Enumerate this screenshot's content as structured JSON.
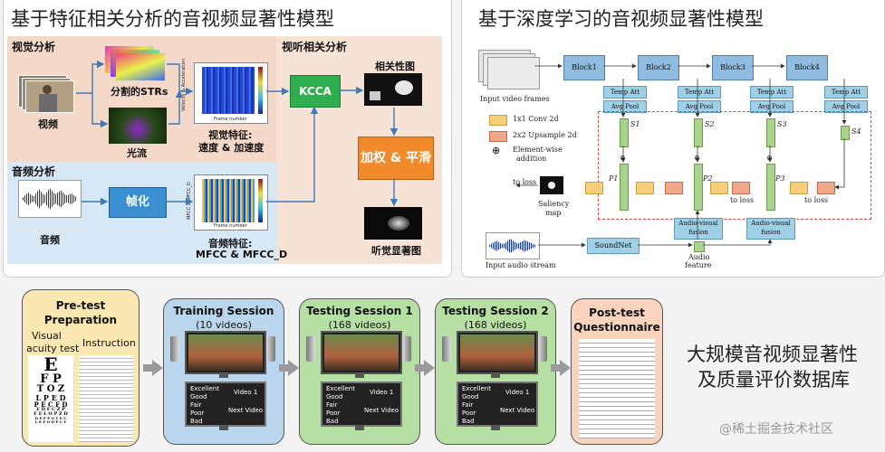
{
  "top_left": {
    "title": "基于特征相关分析的音视频显著性模型",
    "visual_section": "视觉分析",
    "audio_section": "音频分析",
    "av_section": "视听相关分析",
    "video_label": "视频",
    "strs_label": "分割的STRs",
    "optical_flow_label": "光流",
    "visual_feat_line1": "视觉特征:",
    "visual_feat_line2": "速度 & 加速度",
    "kcca_label": "KCCA",
    "corr_map_label": "相关性图",
    "weight_smooth_label": "加权 & 平滑",
    "auditory_map_label": "听觉显著图",
    "audio_label": "音频",
    "framing_label": "帧化",
    "audio_feat_line1": "音频特征:",
    "audio_feat_line2": "MFCC & MFCC_D",
    "frame_number_1": "Frame number",
    "frame_number_2": "Frame number",
    "vel_axis": "Velocity & Acceleration",
    "mfcc_axis": "MFCC & MFCC_D"
  },
  "top_right": {
    "title": "基于深度学习的音视频显著性模型",
    "input_video": "Input video frames",
    "blocks": [
      "Block1",
      "Block2",
      "Block3",
      "Block4"
    ],
    "temp_att": "Temp Att",
    "avg_pool": "Avg Pool",
    "legend_conv": "1x1 Conv 2d",
    "legend_upsample": "2x2 Upsample 2d",
    "legend_add_line1": "Element-wise",
    "legend_add_line2": "addition",
    "s_labels": [
      "S1",
      "S2",
      "S3",
      "S4"
    ],
    "p_labels": [
      "P1",
      "P2",
      "P3"
    ],
    "to_loss": "to loss",
    "saliency_map_line1": "Saliency",
    "saliency_map_line2": "map",
    "soundnet": "SoundNet",
    "av_fusion_line1": "Audio-visual",
    "av_fusion_line2": "fusion",
    "input_audio": "Input audio stream",
    "audio_feature_line1": "Audio",
    "audio_feature_line2": "feature"
  },
  "bottom": {
    "pretest_line1": "Pre-test",
    "pretest_line2": "Preparation",
    "visual_acuity_line1": "Visual",
    "visual_acuity_line2": "acuity test",
    "instruction": "Instruction",
    "training_title": "Training Session",
    "training_sub": "(10 videos)",
    "testing1_title": "Testing Session 1",
    "testing1_sub": "(168 videos)",
    "testing2_title": "Testing Session 2",
    "testing2_sub": "(168 videos)",
    "posttest_line1": "Post-test",
    "posttest_line2": "Questionnaire",
    "ratings": [
      "Excellent",
      "Good",
      "Fair",
      "Poor",
      "Bad"
    ],
    "video1": "Video 1",
    "next_video": "Next Video",
    "db_line1": "大规模音视频显著性",
    "db_line2": "及质量评价数据库",
    "watermark": "@稀土掘金技术社区",
    "eye_chart": [
      "E",
      "F P",
      "T O Z",
      "L P E D",
      "P E C F D",
      "E D F C Z P",
      "F E L O P Z D",
      "D E F P O T E C",
      "L E F O D P C T"
    ]
  },
  "colors": {
    "visual_bg": "#f4d9c9",
    "audio_bg": "#d6e7f5",
    "kcca": "#2fae4f",
    "framing": "#3a8fd0",
    "weight": "#f18a2b",
    "pretest": "#fbe7b2",
    "training": "#b9d6ec",
    "testing": "#b6dfa3",
    "posttest": "#f8d3bd"
  }
}
